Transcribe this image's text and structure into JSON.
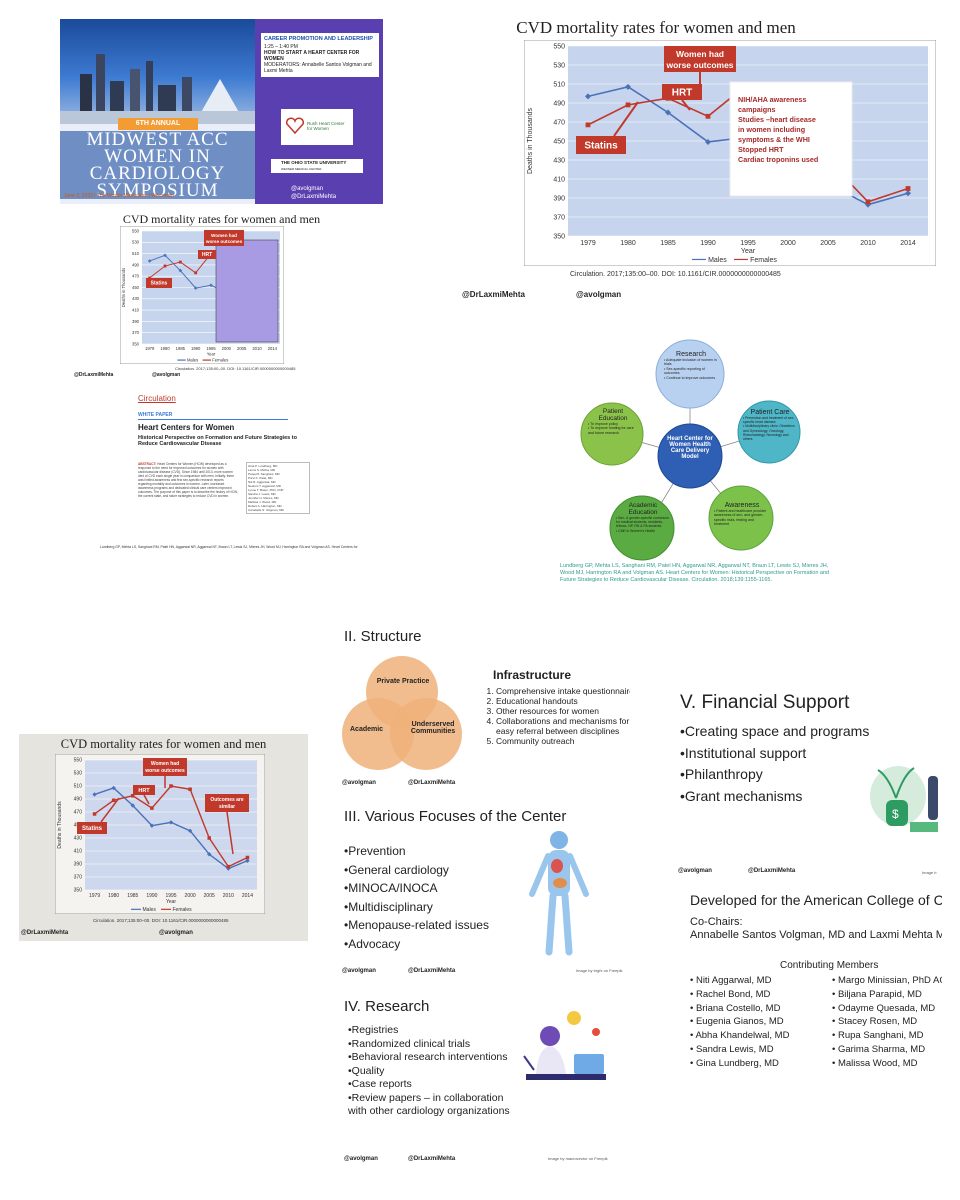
{
  "handles": {
    "a": "@avolgman",
    "b": "@DrLaxmiMehta"
  },
  "symposium": {
    "annual": "6TH ANNUAL",
    "line1": "MIDWEST ACC",
    "line2": "WOMEN IN",
    "line3": "CARDIOLOGY",
    "line4": "SYMPOSIUM",
    "date": "June 3, 2023 | The Westin Milwaukee | Wisconsin",
    "session": "CAREER PROMOTION AND LEADERSHIP",
    "time": "1:25 – 1:40 PM",
    "talk": "HOW TO START A HEART CENTER FOR WOMEN",
    "moderators": "MODERATORS: Annabelle Santos Volgman and Laxmi Mehta",
    "logo1": "Rush Heart Center for Women",
    "logo2": "THE OHIO STATE UNIVERSITY",
    "logo2sub": "WEXNER MEDICAL CENTER"
  },
  "cvd": {
    "title": "CVD mortality rates for women and men",
    "ylabel": "Deaths in Thousands",
    "xlabel": "Year",
    "legend_males": "Males",
    "legend_females": "Females",
    "note_worse": "Women had worse outcomes",
    "note_hrt": "HRT",
    "note_statins": "Statins",
    "note_similar": "Outcomes are similar",
    "nih_lines": [
      "NIH/AHA awareness campaigns",
      "Studies –heart disease in women including symptoms & the WHI",
      "Stopped HRT",
      "Cardiac troponins used"
    ],
    "citation": "Circulation. 2017;135:00–00. DOI: 10.1161/CIR.0000000000000485"
  },
  "chart_data": {
    "type": "line",
    "title": "CVD mortality rates for women and men",
    "xlabel": "Year",
    "ylabel": "Deaths in Thousands",
    "categories": [
      "1979",
      "1980",
      "1985",
      "1990",
      "1995",
      "2000",
      "2005",
      "2010",
      "2014"
    ],
    "ylim": [
      350,
      550
    ],
    "yticks": [
      "350",
      "370",
      "390",
      "410",
      "430",
      "450",
      "470",
      "490",
      "510",
      "530",
      "550"
    ],
    "series": [
      {
        "name": "Males",
        "color": "#4a72b8",
        "values": [
          497,
          507,
          480,
          449,
          454,
          441,
          405,
          383,
          395
        ]
      },
      {
        "name": "Females",
        "color": "#c0392b",
        "values": [
          467,
          488,
          495,
          476,
          510,
          505,
          430,
          386,
          400
        ]
      }
    ],
    "legend": "bottom",
    "grid": true
  },
  "paper": {
    "journal": "Circulation",
    "tag": "WHITE PAPER",
    "title": "Heart Centers for Women",
    "subtitle": "Historical Perspective on Formation and Future Strategies to Reduce Cardiovascular Disease",
    "abstract_label": "ABSTRACT:",
    "abstract": "Heart Centers for Women (HCW) developed as a response to the need for improved outcomes for women with cardiovascular disease (CVD). Since 1984 until 2013, more women died of CVD each single year in comparison with men. Initially, there was limited awareness and few sex-specific research reports regarding mortality and outcomes in women. Later, increased awareness programs and dedicated clinical care centers improved outcomes. The purpose of this paper is to describe the history of HCW, the current state, and future strategies to reduce CVD in women.",
    "authors": [
      "Gina P. Lundberg, MD",
      "Laxmi S. Mehta, MD",
      "Pooja M. Sanghani, MD",
      "Purvi K. Patel, MD",
      "Niti R. Aggarwal, MD",
      "Neelum T. Aggarwal, MD",
      "Lynne T. Braun, PhD, CNP",
      "Sandra J. Lewis, MD",
      "Jennifer H. Mieres, MD",
      "Malissa J. Wood, MD",
      "Robert A. Harrington, MD",
      "Annabelle S. Volgman, MD"
    ],
    "footer": "Lundberg GP, Mehta LS, Sanghani RM, Patel HN, Aggarwal NR, Aggarwal NT, Braun LT, Lewis SJ, Mieres JH, Wood MJ, Harrington RA and Volgman AS. Heart Centers for"
  },
  "model": {
    "center": "Heart Center for Women Health Care Delivery Model",
    "research": {
      "title": "Research",
      "items": [
        "Adequate inclusion of women in trials",
        "Sex-specific reporting of outcomes",
        "Continue to improve outcomes"
      ]
    },
    "patient_care": {
      "title": "Patient Care",
      "items": [
        "Prevention and treatment of sex-specific heart disease",
        "Multidisciplinary clinic: Obstetrics and Gynecology, Oncology, Rheumatology, Neurology and others"
      ]
    },
    "awareness": {
      "title": "Awareness",
      "items": [
        "Patient and healthcare provider awareness of sex- and gender-specific risks, testing and treatment"
      ]
    },
    "academic": {
      "title": "Academic Education",
      "items": [
        "Sex- & gender-specific curriculum for medical students, residents, fellows, NP, RN & PA students",
        "CME in Women's Health"
      ]
    },
    "patient_ed": {
      "title": "Patient Education",
      "items": [
        "To improve policy",
        "To improve funding for care and future research"
      ]
    },
    "citation": "Lundberg GP, Mehta LS, Sanghani RM, Patel HN, Aggarwal NR, Aggarwal NT, Braun LT, Lewis SJ, Mieres JH, Wood MJ, Harrington RA and Volgman AS. Heart Centers for Women: Historical Perspective on Formation and Future Strategies to Reduce Cardiovascular Disease. Circulation. 2018;139:1155-1165."
  },
  "structure": {
    "heading": "II. Structure",
    "circle1": "Private Practice",
    "circle2": "Academic",
    "circle3": "Underserved Communities",
    "infra_title": "Infrastructure",
    "infra_items": [
      "Comprehensive intake questionnaires",
      "Educational handouts",
      "Other resources for women",
      "Collaborations and mechanisms for easy referral between disciplines",
      "Community outreach"
    ]
  },
  "focuses": {
    "heading": "III. Various Focuses of the Center",
    "items": [
      "•Prevention",
      "•General cardiology",
      "•MINOCA/INOCA",
      "•Multidisciplinary",
      "•Menopause-related issues",
      "•Advocacy"
    ],
    "credit": "Image by brgfx on Freepik"
  },
  "research": {
    "heading": "IV. Research",
    "items": [
      "•Registries",
      "•Randomized clinical trials",
      "•Behavioral research interventions",
      "•Quality",
      "•Case reports",
      "•Review papers – in collaboration with other cardiology organizations"
    ],
    "credit": "Image by macrovector on Freepik"
  },
  "financial": {
    "heading": "V. Financial Support",
    "items": [
      "•Creating space and programs",
      "•Institutional support",
      "•Philanthropy",
      "•Grant mechanisms"
    ],
    "credit": "Image b"
  },
  "developed": {
    "heading": "Developed for the American College of C",
    "cochairs_label": "Co-Chairs:",
    "cochairs": "Annabelle Santos Volgman, MD and Laxmi Mehta M",
    "members_label": "Contributing Members",
    "col1": [
      "• Niti Aggarwal, MD",
      "• Rachel Bond, MD",
      "• Briana Costello, MD",
      "• Eugenia Gianos, MD",
      "• Abha Khandelwal, MD",
      "• Sandra Lewis, MD",
      "• Gina Lundberg, MD"
    ],
    "col2": [
      "• Margo Minissian, PhD AC",
      "• Biljana Parapid, MD",
      "• Odayme Quesada, MD",
      "• Stacey Rosen, MD",
      "• Rupa Sanghani, MD",
      "• Garima Sharma, MD",
      "• Malissa Wood, MD"
    ]
  },
  "colors": {
    "male": "#4a72b8",
    "female": "#c0392b",
    "annotation": "#c0392b",
    "symposium_bg": "#5a3fb0",
    "circle": "#f0b27a"
  }
}
